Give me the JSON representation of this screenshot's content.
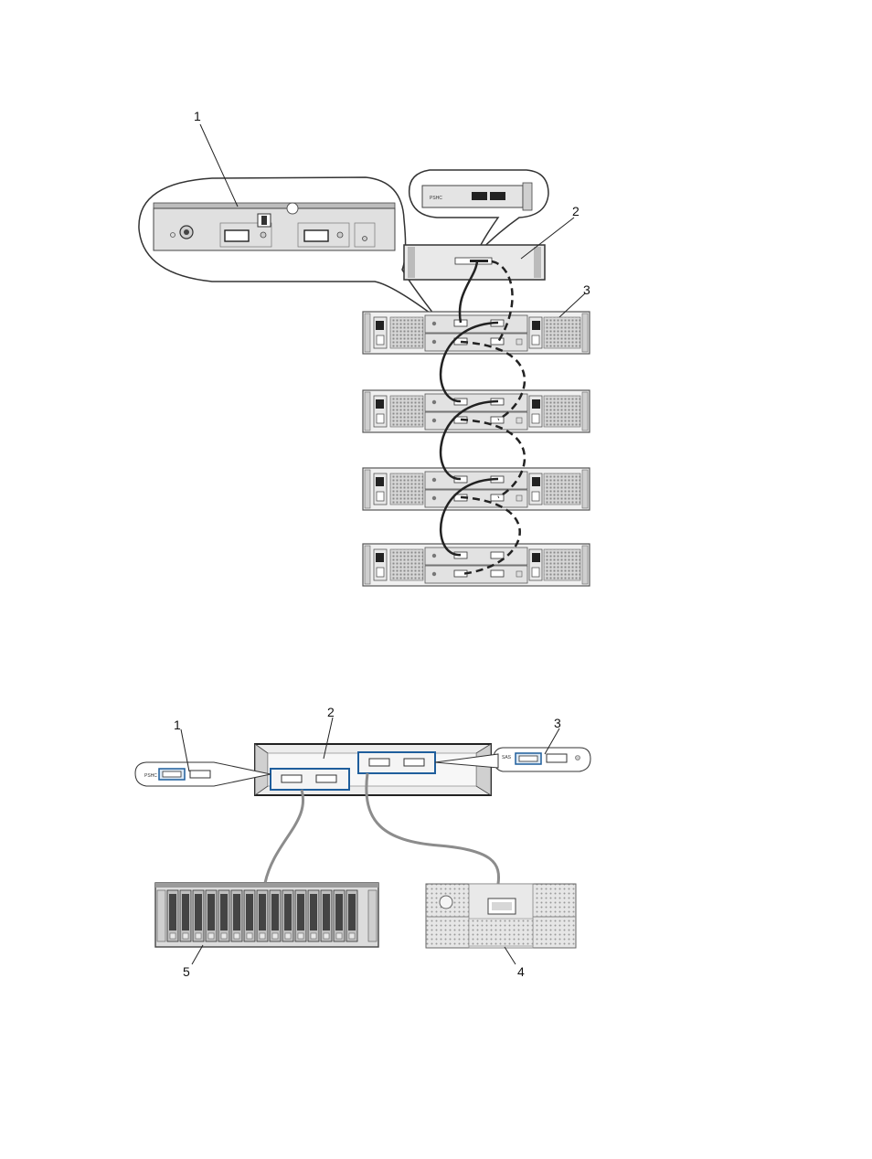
{
  "figure1": {
    "callouts": [
      "1",
      "2",
      "3"
    ],
    "card_label": "PSHC"
  },
  "figure2": {
    "callouts": [
      "1",
      "2",
      "3",
      "4",
      "5"
    ],
    "left_port_label": "PSHC",
    "right_port_label": "SAS"
  }
}
